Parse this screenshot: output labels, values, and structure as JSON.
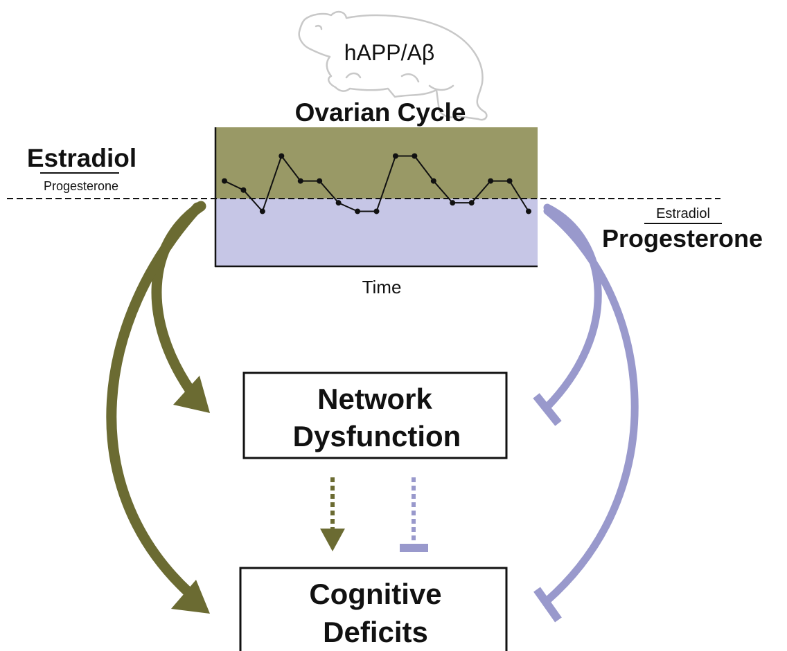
{
  "model_label": "hAPP/Aβ",
  "cycle_title": "Ovarian Cycle",
  "time_label": "Time",
  "left_ratio": {
    "numerator": "Estradiol",
    "denominator": "Progesterone"
  },
  "right_ratio": {
    "numerator": "Estradiol",
    "denominator": "Progesterone"
  },
  "box_network": {
    "line1": "Network",
    "line2": "Dysfunction"
  },
  "box_cognitive": {
    "line1": "Cognitive",
    "line2": "Deficits"
  },
  "colors": {
    "estradiol": "#6b6b32",
    "estradiol_band": "#999966",
    "progesterone": "#9999cc",
    "progesterone_band": "#c6c6e6",
    "mouse_outline": "#c8c8c8"
  },
  "icons": [
    "mouse-outline-icon",
    "activation-arrow-icon",
    "inhibition-bar-icon"
  ],
  "chart_data": {
    "type": "line",
    "xlabel": "Time",
    "ylabel": "",
    "series": [
      {
        "values": [
          0.62,
          0.3,
          -0.45,
          1.5,
          0.62,
          0.62,
          -0.15,
          -0.45,
          -0.45,
          1.5,
          1.5,
          0.62,
          -0.15,
          -0.15,
          0.62,
          0.62,
          -0.45
        ]
      }
    ],
    "ylim": [
      -1.2,
      2.4
    ],
    "threshold": 0,
    "bands": [
      "estradiol-dominant above threshold",
      "progesterone-dominant below threshold"
    ]
  }
}
